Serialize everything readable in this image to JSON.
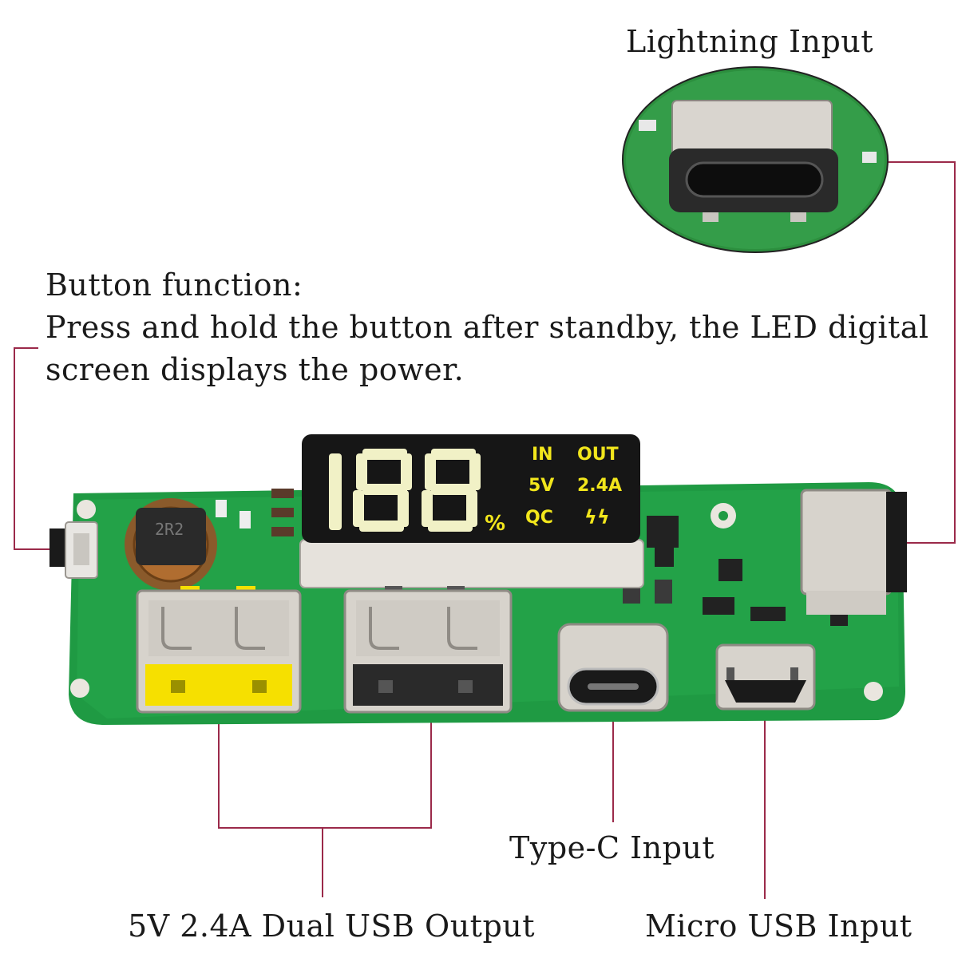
{
  "labels": {
    "lightning_input": "Lightning Input",
    "button_title": "Button function:",
    "button_desc_line1": "Press and hold the button after standby, the LED digital",
    "button_desc_line2": "screen displays the power.",
    "typec_input": "Type-C Input",
    "dual_usb_output": "5V 2.4A Dual USB Output",
    "micro_usb_input": "Micro USB Input"
  },
  "display": {
    "digits": "188",
    "percent": "%",
    "in": "IN",
    "out": "OUT",
    "voltage": "5V",
    "current": "2.4A",
    "qc": "QC",
    "bolt": "ϟϟ"
  },
  "colors": {
    "pcb_green": "#1f9a43",
    "callout_line": "#9b2a4a",
    "display_yellow": "#f2e61c",
    "usb_yellow": "#f6e000"
  },
  "icons": {
    "bolt": "lightning-bolt-icon"
  }
}
